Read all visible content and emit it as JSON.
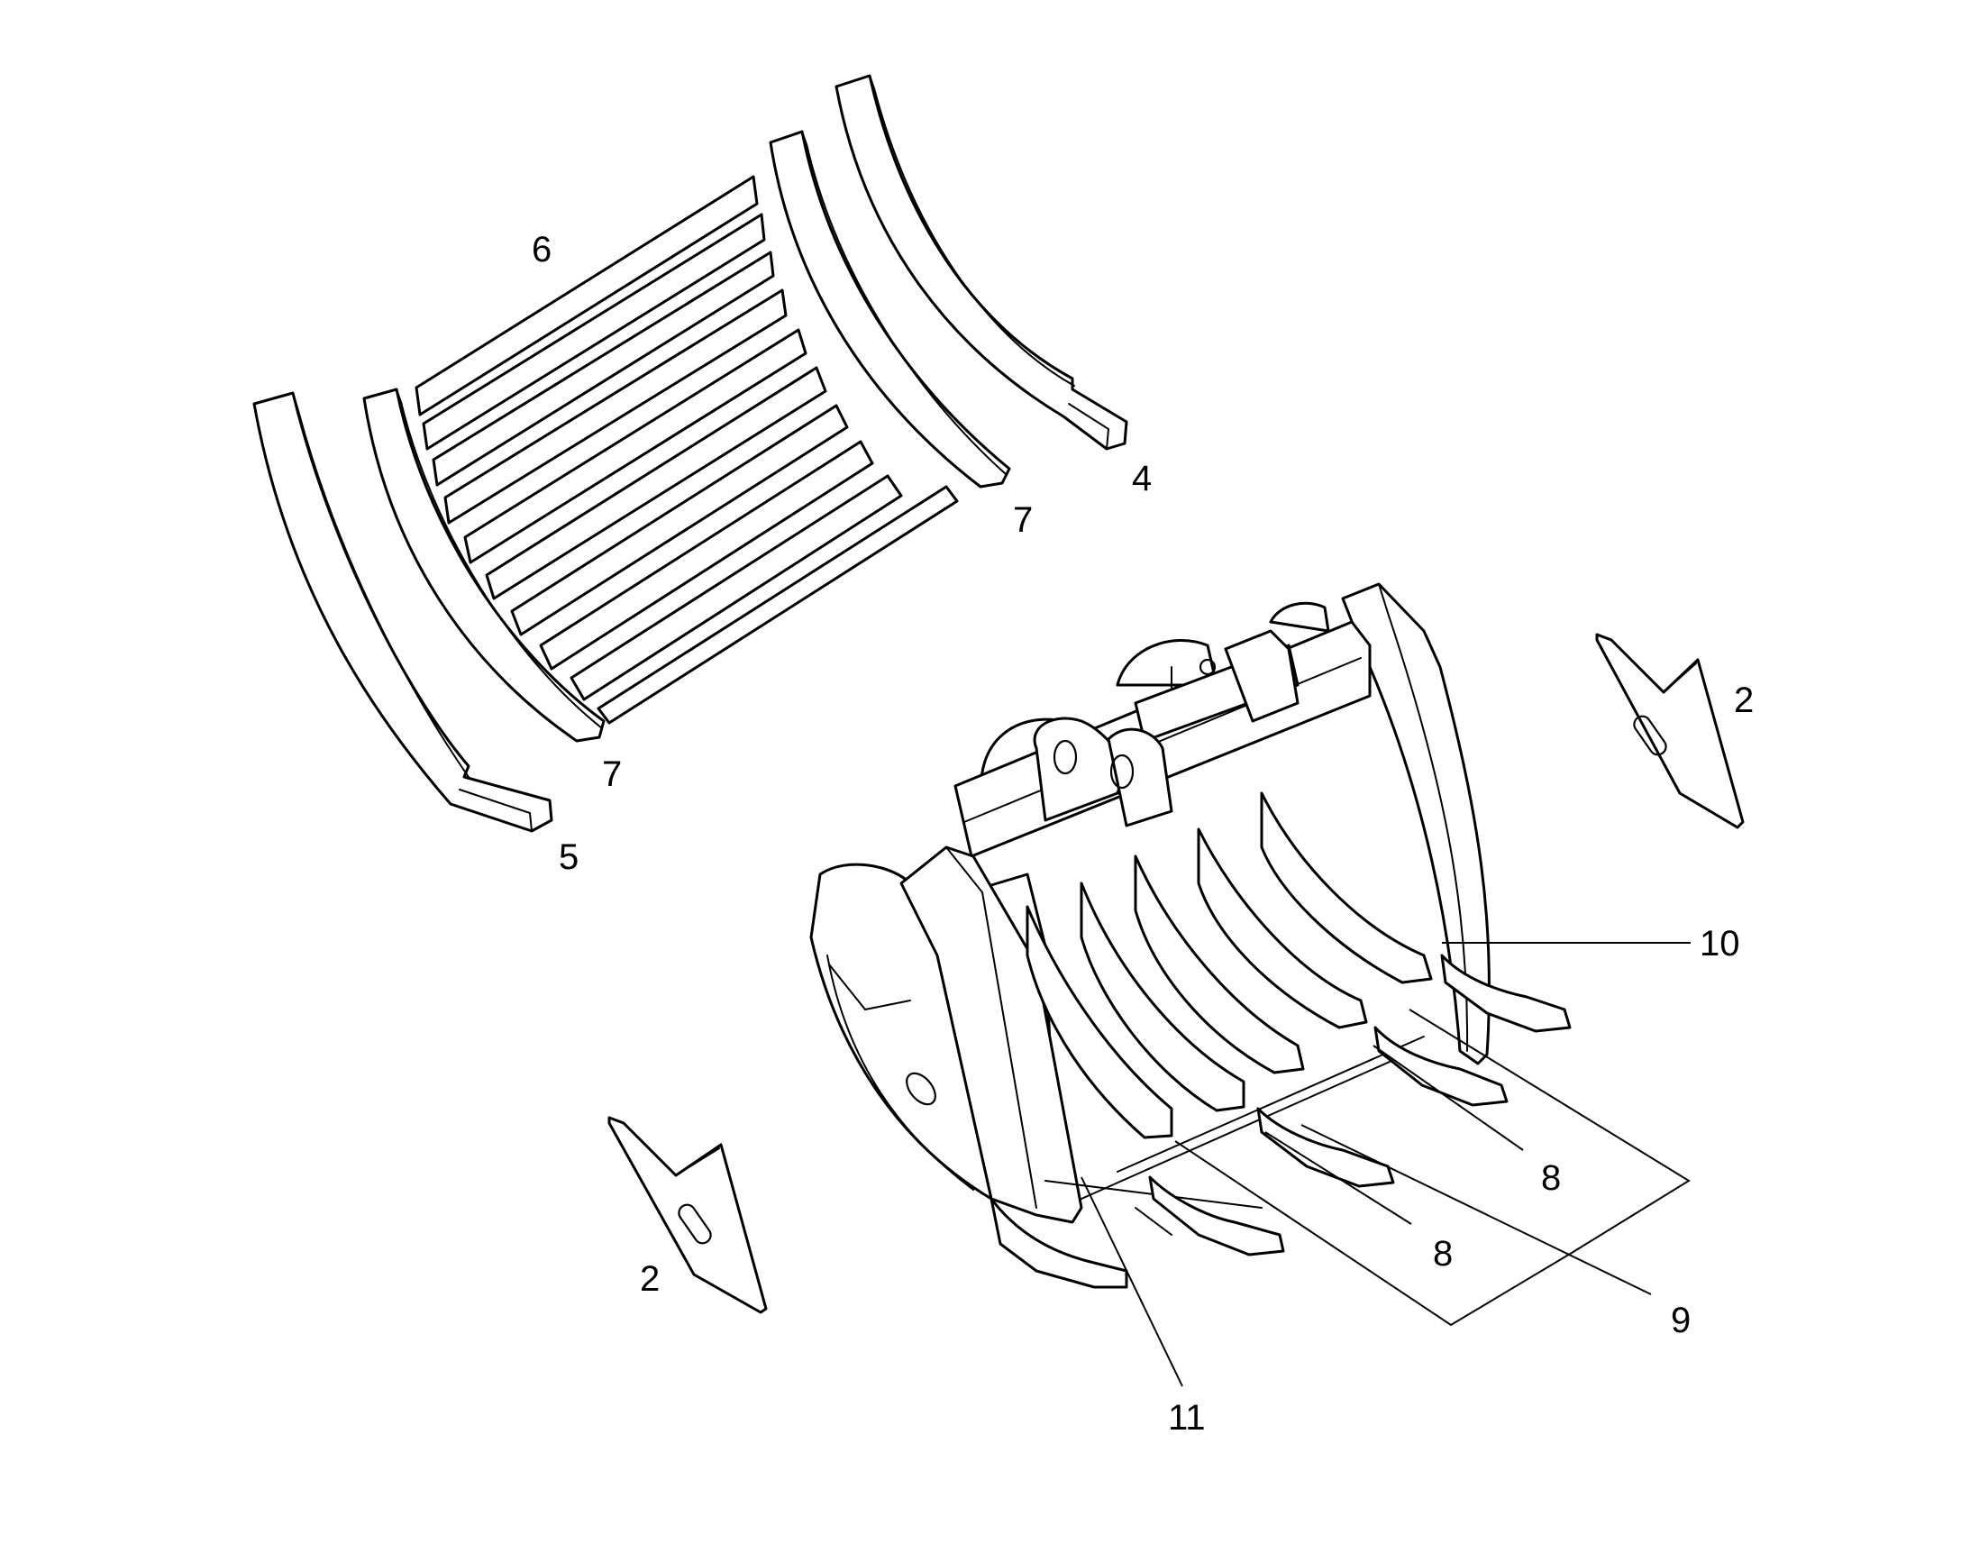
{
  "callouts": {
    "c2_right": "2",
    "c2_left": "2",
    "c4": "4",
    "c5": "5",
    "c6": "6",
    "c7_top": "7",
    "c7_bottom": "7",
    "c8_upper": "8",
    "c8_lower": "8",
    "c9": "9",
    "c10": "10",
    "c11": "11"
  }
}
